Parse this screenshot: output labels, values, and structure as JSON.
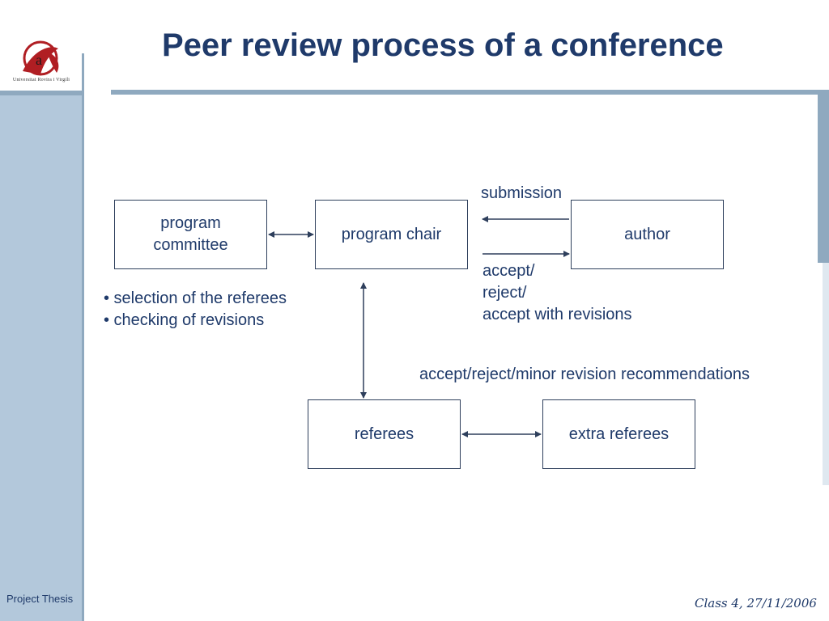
{
  "slide": {
    "title": "Peer review process of a conference",
    "logo_caption": "Universitat Rovira i Virgili",
    "footer_left": "Project Thesis",
    "footer_right": "Class 4, 27/11/2006"
  },
  "diagram": {
    "nodes": {
      "program_committee": "program\ncommittee",
      "program_chair": "program chair",
      "author": "author",
      "referees": "referees",
      "extra_referees": "extra referees"
    },
    "labels": {
      "submission": "submission",
      "decision_line1": "accept/",
      "decision_line2": "reject/",
      "decision_line3": "accept with revisions",
      "recommendations": "accept/reject/minor revision recommendations"
    },
    "bullets": [
      "• selection of the referees",
      "• checking of revisions"
    ]
  },
  "colors": {
    "title": "#1f3a6a",
    "sidebar": "#b3c8db",
    "rule": "#8fa9bf",
    "arrow": "#2e3f5c"
  }
}
